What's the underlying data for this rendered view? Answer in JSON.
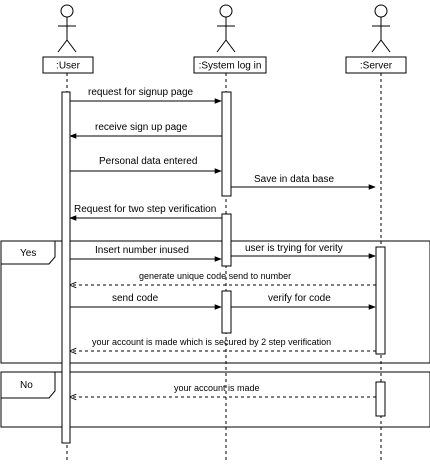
{
  "actors": [
    {
      "id": "user",
      "label": ":User"
    },
    {
      "id": "system",
      "label": ":System log in"
    },
    {
      "id": "server",
      "label": ":Server"
    }
  ],
  "messages": [
    {
      "text": "request for signup page"
    },
    {
      "text": "receive sign up page"
    },
    {
      "text": "Personal data entered"
    },
    {
      "text": "Save in data base"
    },
    {
      "text": "Request for two step verification"
    },
    {
      "text": "Insert number inused"
    },
    {
      "text": "user is trying for verity"
    },
    {
      "text": "generate unique code send to number"
    },
    {
      "text": "send code"
    },
    {
      "text": "verify for code"
    },
    {
      "text": "your  account is made which is secured by 2 step verification"
    },
    {
      "text": "your  account is made"
    }
  ],
  "fragments": [
    {
      "label": "Yes"
    },
    {
      "label": "No"
    }
  ]
}
